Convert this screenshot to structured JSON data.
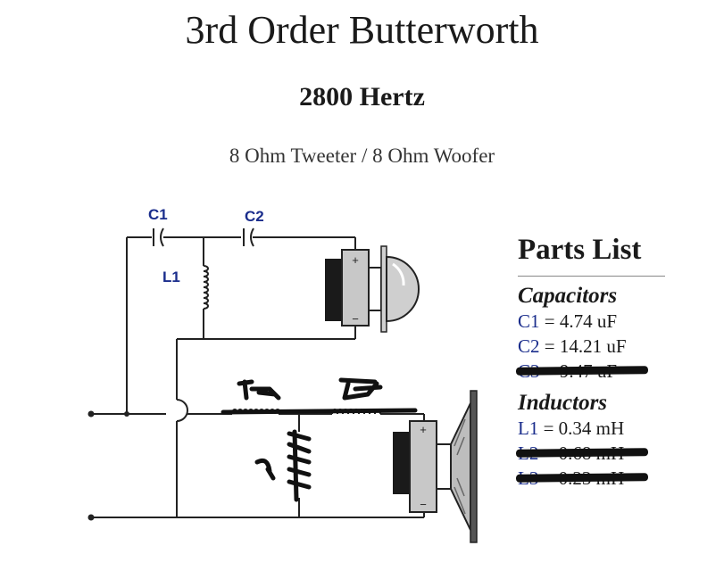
{
  "header": {
    "title": "3rd Order Butterworth",
    "frequency": "2800 Hertz",
    "description": "8 Ohm Tweeter / 8 Ohm Woofer"
  },
  "schematic": {
    "labels": {
      "c1": "C1",
      "c2": "C2",
      "l1": "L1"
    },
    "tweeter_plus": "+",
    "tweeter_minus": "−",
    "woofer_plus": "+",
    "woofer_minus": "−",
    "part_color": "#1a2d8c"
  },
  "parts_list": {
    "title": "Parts List",
    "capacitors_heading": "Capacitors",
    "capacitors": [
      {
        "ref": "C1",
        "value": " = 4.74 uF",
        "struck": false
      },
      {
        "ref": "C2",
        "value": " = 14.21 uF",
        "struck": false
      },
      {
        "ref": "C3",
        "value": " = 9.47 uF",
        "struck": true
      }
    ],
    "inductors_heading": "Inductors",
    "inductors": [
      {
        "ref": "L1",
        "value": " = 0.34 mH",
        "struck": false
      },
      {
        "ref": "L2",
        "value": " = 0.68 mH",
        "struck": true
      },
      {
        "ref": "L3",
        "value": " = 0.23 mH",
        "struck": true
      }
    ]
  }
}
